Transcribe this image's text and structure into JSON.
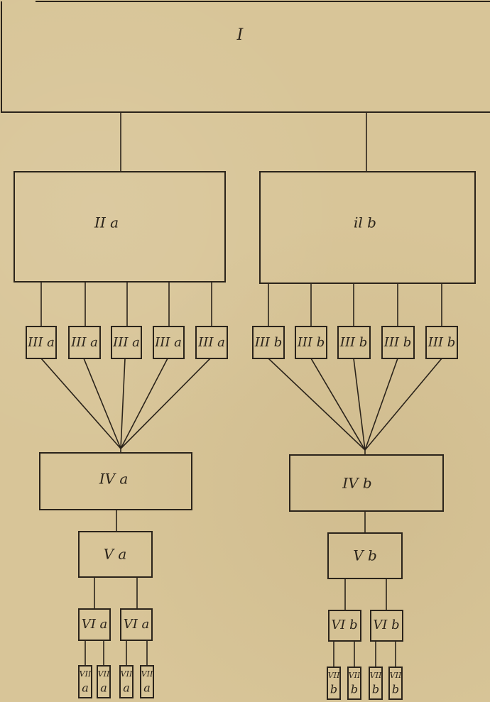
{
  "diagram": {
    "root": "I",
    "level2": {
      "a": "II a",
      "b": "il b"
    },
    "level3": {
      "a": [
        "III a",
        "III a",
        "III a",
        "III a",
        "III a"
      ],
      "b": [
        "III b",
        "III b",
        "III b",
        "III b",
        "III b"
      ]
    },
    "level4": {
      "a": "IV a",
      "b": "IV b"
    },
    "level5": {
      "a": "V a",
      "b": "V b"
    },
    "level6": {
      "a": [
        "VI a",
        "VI a"
      ],
      "b": [
        "VI b",
        "VI b"
      ]
    },
    "level7": {
      "a": [
        [
          "VII",
          "a"
        ],
        [
          "VII",
          "a"
        ],
        [
          "VII",
          "a"
        ],
        [
          "VII",
          "a"
        ]
      ],
      "b": [
        [
          "VII",
          "b"
        ],
        [
          "VII",
          "b"
        ],
        [
          "VII",
          "b"
        ],
        [
          "VII",
          "b"
        ]
      ]
    }
  }
}
